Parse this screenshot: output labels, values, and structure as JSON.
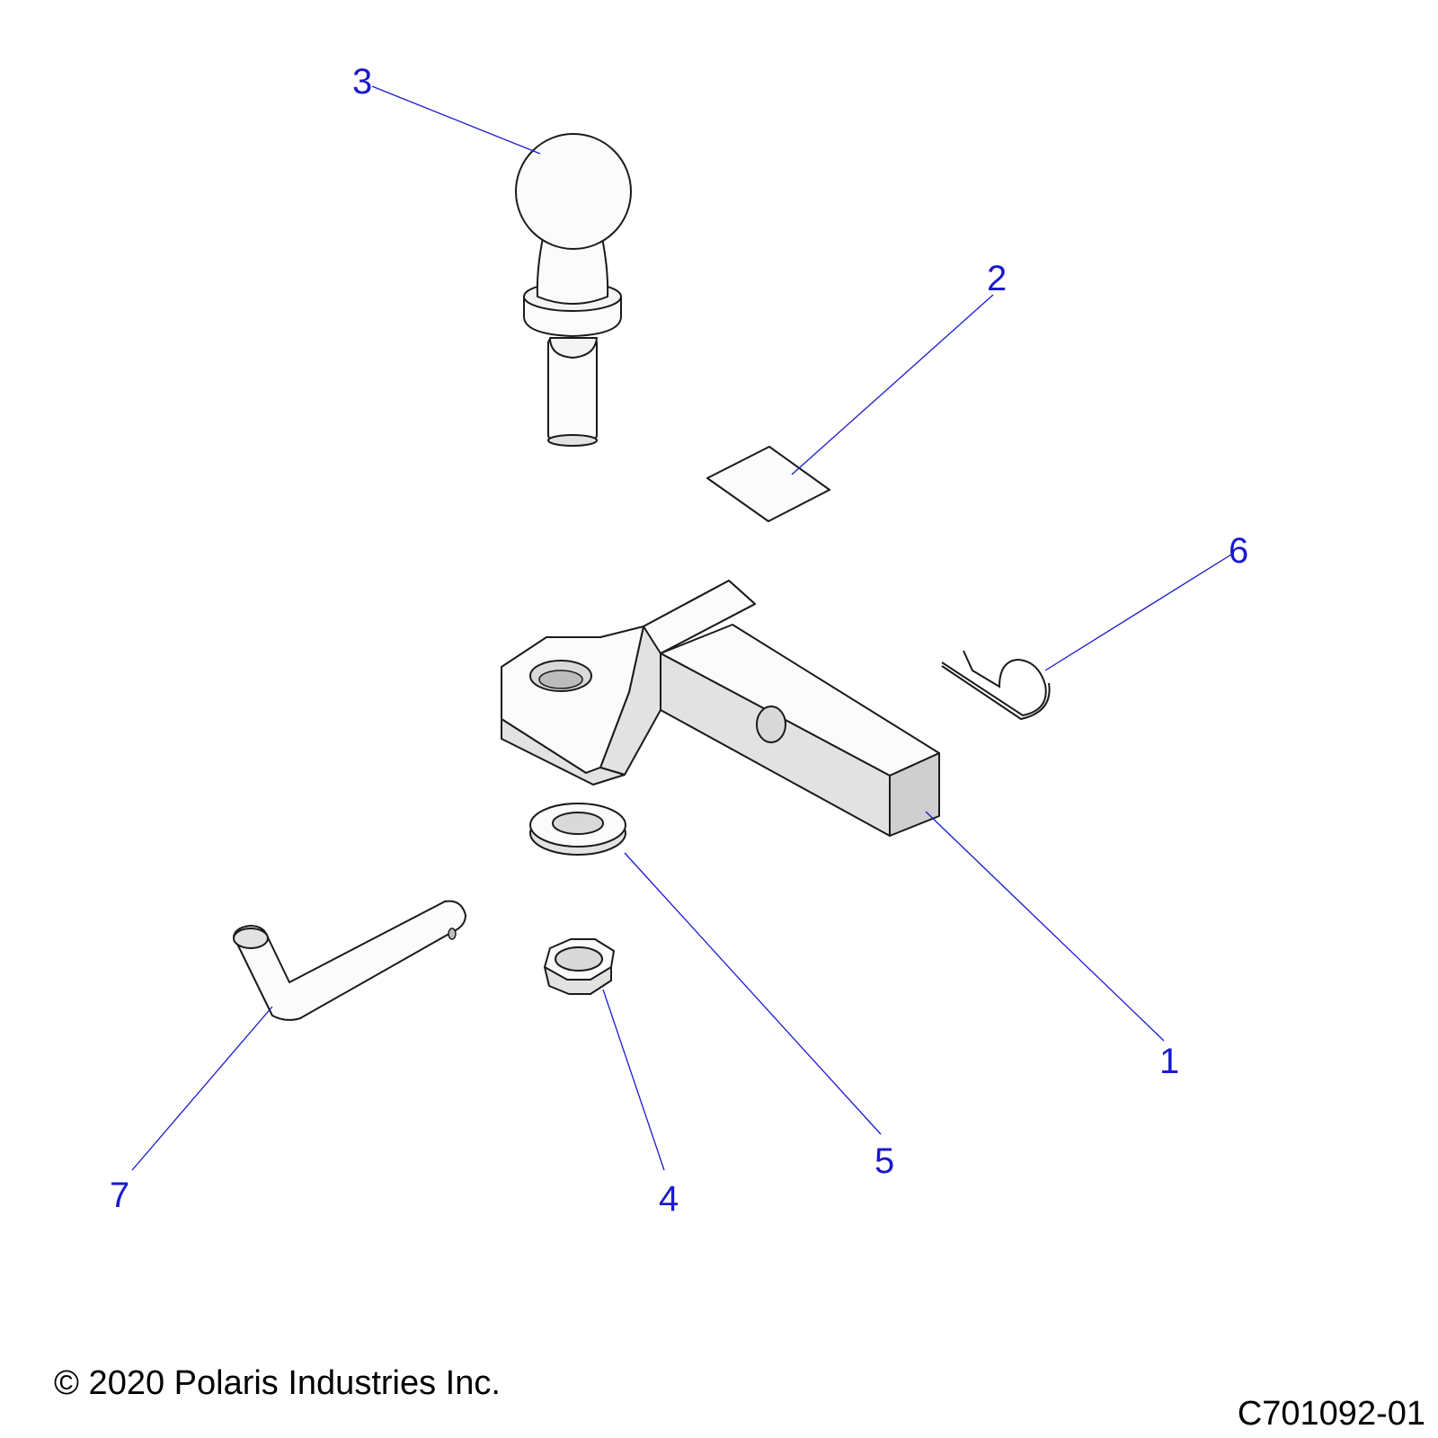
{
  "diagram": {
    "callouts": [
      {
        "id": "1",
        "label": "1"
      },
      {
        "id": "2",
        "label": "2"
      },
      {
        "id": "3",
        "label": "3"
      },
      {
        "id": "4",
        "label": "4"
      },
      {
        "id": "5",
        "label": "5"
      },
      {
        "id": "6",
        "label": "6"
      },
      {
        "id": "7",
        "label": "7"
      }
    ]
  },
  "footer": {
    "copyright": "© 2020 Polaris Industries Inc.",
    "drawing_number": "C701092-01"
  },
  "colors": {
    "callout": "#1a1acc",
    "line_art": "#1a1a1a",
    "background": "#ffffff"
  }
}
